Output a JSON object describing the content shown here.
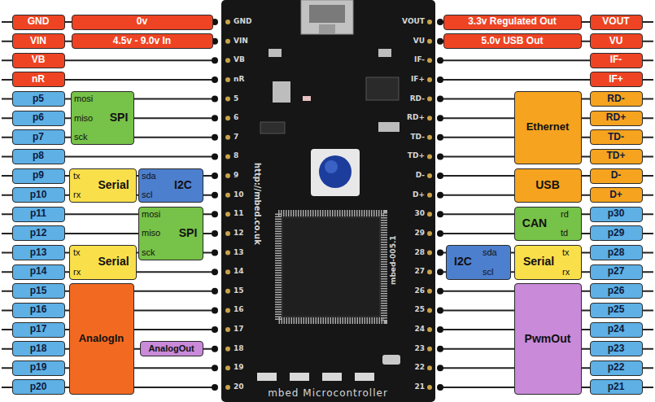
{
  "diagram": {
    "nodes": [
      {
        "text": [
          "GND"
        ]
      },
      {
        "text": [
          "0v"
        ]
      },
      {
        "text": [
          "VIN"
        ]
      },
      {
        "text": [
          "4.5v - 9.0v In"
        ]
      },
      {
        "text": [
          "VB"
        ]
      },
      {
        "text": [
          "nR"
        ]
      },
      {
        "text": [
          "p5"
        ]
      },
      {
        "text": [
          "mosi",
          "miso",
          "sck",
          "SPI"
        ]
      },
      {
        "text": [
          "p6"
        ]
      },
      {
        "text": [
          "p7"
        ]
      },
      {
        "text": [
          "p8"
        ]
      },
      {
        "text": [
          "p9"
        ]
      },
      {
        "text": [
          "tx",
          "rx",
          "Serial"
        ]
      },
      {
        "text": [
          "sda",
          "scl",
          "I2C"
        ]
      },
      {
        "text": [
          "p10"
        ]
      },
      {
        "text": [
          "p11"
        ]
      },
      {
        "text": [
          "mosi",
          "miso",
          "sck",
          "SPI"
        ]
      },
      {
        "text": [
          "p12"
        ]
      },
      {
        "text": [
          "p13"
        ]
      },
      {
        "text": [
          "tx",
          "rx",
          "Serial"
        ]
      },
      {
        "text": [
          "p14"
        ]
      },
      {
        "text": [
          "p15"
        ]
      },
      {
        "text": [
          "AnalogIn"
        ]
      },
      {
        "text": [
          "p16"
        ]
      },
      {
        "text": [
          "p17"
        ]
      },
      {
        "text": [
          "p18"
        ]
      },
      {
        "text": [
          "AnalogOut"
        ]
      },
      {
        "text": [
          "p19"
        ]
      },
      {
        "text": [
          "p20"
        ]
      },
      {
        "text": [
          "3.3v Regulated Out"
        ]
      },
      {
        "text": [
          "VOUT"
        ]
      },
      {
        "text": [
          "5.0v USB Out"
        ]
      },
      {
        "text": [
          "VU"
        ]
      },
      {
        "text": [
          "IF-"
        ]
      },
      {
        "text": [
          "IF+"
        ]
      },
      {
        "text": [
          "Ethernet"
        ]
      },
      {
        "text": [
          "RD-"
        ]
      },
      {
        "text": [
          "RD+"
        ]
      },
      {
        "text": [
          "TD-"
        ]
      },
      {
        "text": [
          "TD+"
        ]
      },
      {
        "text": [
          "USB"
        ]
      },
      {
        "text": [
          "D-"
        ]
      },
      {
        "text": [
          "D+"
        ]
      },
      {
        "text": [
          "CAN",
          "rd",
          "td"
        ]
      },
      {
        "text": [
          "p30"
        ]
      },
      {
        "text": [
          "p29"
        ]
      },
      {
        "text": [
          "I2C",
          "sda",
          "scl"
        ]
      },
      {
        "text": [
          "Serial",
          "tx",
          "rx"
        ]
      },
      {
        "text": [
          "p28"
        ]
      },
      {
        "text": [
          "p27"
        ]
      },
      {
        "text": [
          "PwmOut"
        ]
      },
      {
        "text": [
          "p26"
        ]
      },
      {
        "text": [
          "p25"
        ]
      },
      {
        "text": [
          "p24"
        ]
      },
      {
        "text": [
          "p23"
        ]
      },
      {
        "text": [
          "p22"
        ]
      },
      {
        "text": [
          "p21"
        ]
      }
    ],
    "labels": [
      "GND",
      "VIN",
      "VB",
      "nR",
      "5",
      "6",
      "7",
      "8",
      "9",
      "10",
      "11",
      "12",
      "13",
      "14",
      "15",
      "16",
      "17",
      "18",
      "19",
      "20",
      "VOUT",
      "VU",
      "IF-",
      "IF+",
      "RD-",
      "RD+",
      "TD-",
      "TD+",
      "D-",
      "D+",
      "30",
      "29",
      "28",
      "27",
      "26",
      "25",
      "24",
      "23",
      "22",
      "21",
      "http://mbed.co.uk",
      "mbed-005.1",
      "mbed Microcontroller"
    ]
  }
}
